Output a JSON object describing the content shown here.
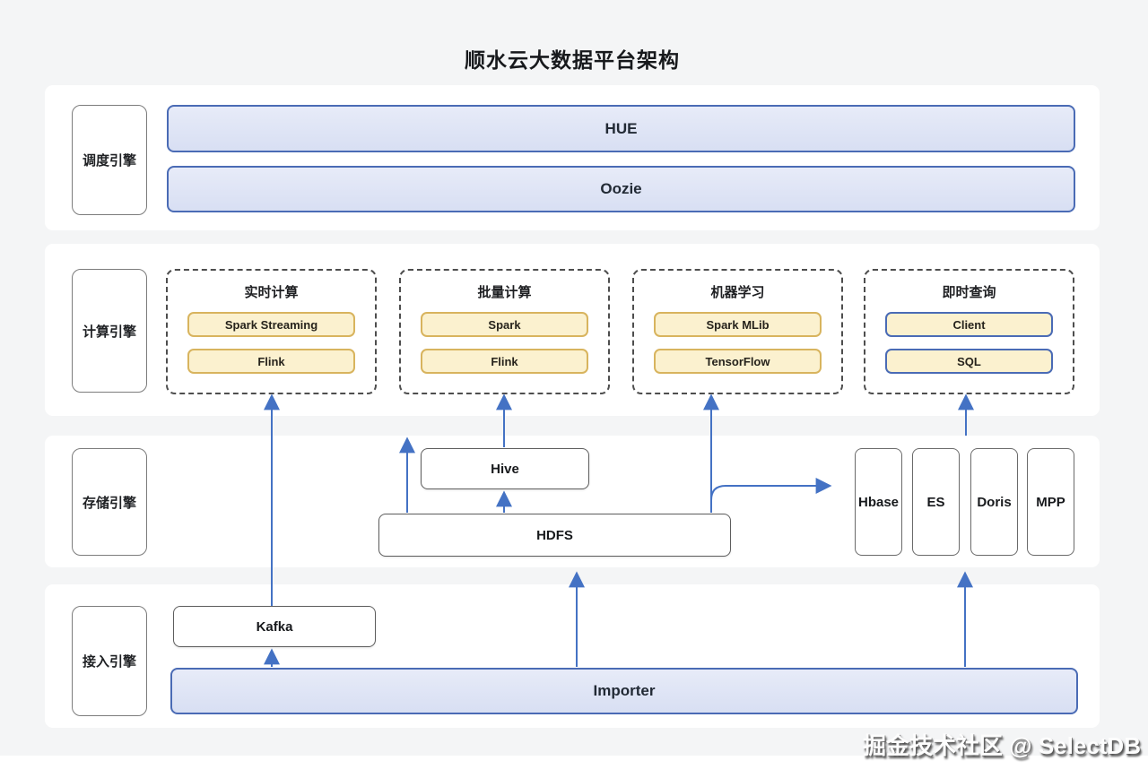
{
  "title": "顺水云大数据平台架构",
  "watermark": "掘金技术社区 @ SelectDB",
  "colors": {
    "canvas_bg": "#f4f5f6",
    "band_bg": "#ffffff",
    "arrow": "#4472c4",
    "blue_fill": "#dde4f4",
    "blue_border": "#4a6bb5",
    "gold_fill": "#fbf1cf",
    "gold_border": "#d8b45e"
  },
  "engines": {
    "scheduling": {
      "label": "调度引擎",
      "bars": [
        "HUE",
        "Oozie"
      ]
    },
    "compute": {
      "label": "计算引擎",
      "groups": [
        {
          "title": "实时计算",
          "items": [
            "Spark Streaming",
            "Flink"
          ]
        },
        {
          "title": "批量计算",
          "items": [
            "Spark",
            "Flink"
          ]
        },
        {
          "title": "机器学习",
          "items": [
            "Spark MLib",
            "TensorFlow"
          ]
        },
        {
          "title": "即时查询",
          "items": [
            "Client",
            "SQL"
          ]
        }
      ]
    },
    "storage": {
      "label": "存储引擎",
      "hive": "Hive",
      "hdfs": "HDFS",
      "stores": [
        "Hbase",
        "ES",
        "Doris",
        "MPP"
      ]
    },
    "ingest": {
      "label": "接入引擎",
      "kafka": "Kafka",
      "importer": "Importer"
    }
  },
  "arrows": [
    {
      "from": "Kafka",
      "to": "实时计算"
    },
    {
      "from": "Importer",
      "to": "Kafka"
    },
    {
      "from": "HDFS",
      "to": "批量计算"
    },
    {
      "from": "HDFS",
      "to": "Hive"
    },
    {
      "from": "Hive",
      "to": "批量计算"
    },
    {
      "from": "HDFS",
      "to": "机器学习"
    },
    {
      "from": "HDFS",
      "to": "Hbase"
    },
    {
      "from": "Importer",
      "to": "HDFS"
    },
    {
      "from": "Importer",
      "to": "存储引擎"
    },
    {
      "from": "存储引擎",
      "to": "即时查询"
    }
  ]
}
